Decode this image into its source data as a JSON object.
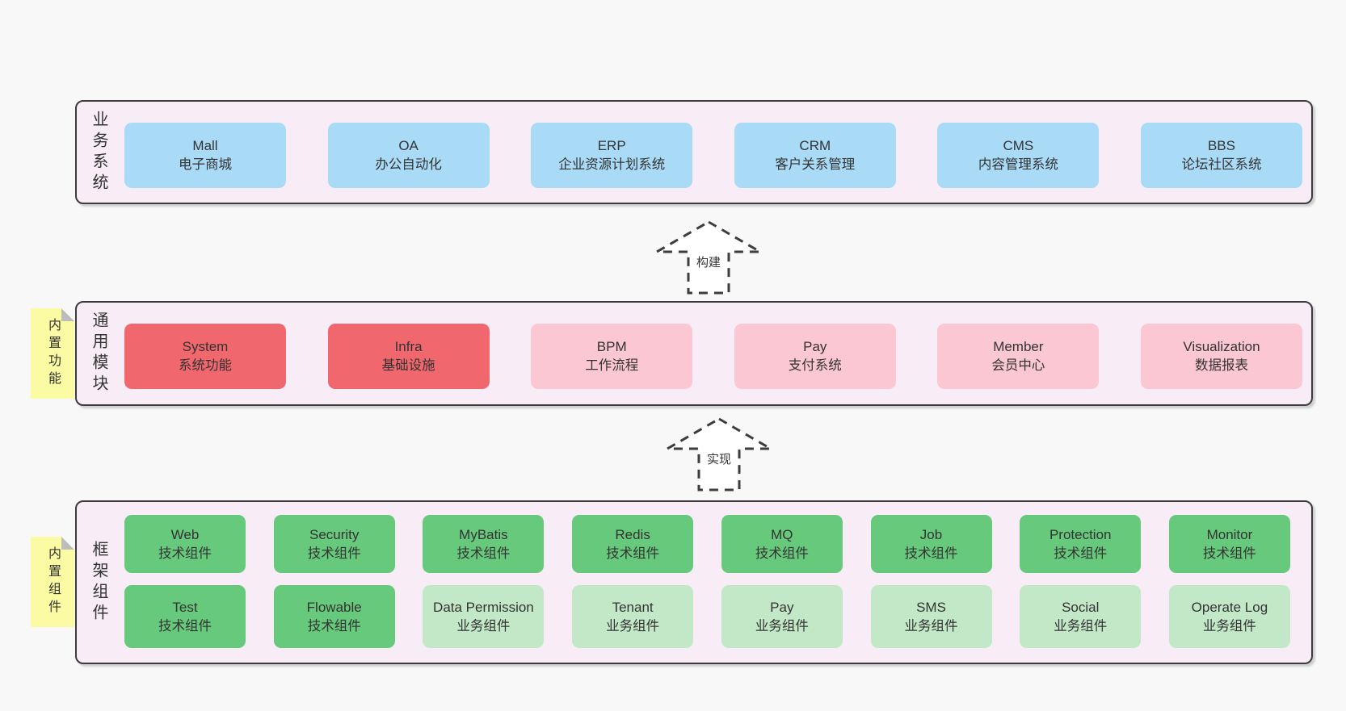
{
  "colors": {
    "page_bg": "#f8f8f8",
    "layer_bg": "#f8edf6",
    "layer_border": "#3c3c3c",
    "text": "#333333",
    "blue": "#a9dbf7",
    "red": "#f0686e",
    "pink": "#fbc7d3",
    "green": "#67c97c",
    "lightgreen": "#c3e8c8",
    "sticky_bg": "#fbfba3",
    "sticky_fold": "#bcbcbc",
    "arrow_fill": "#ffffff"
  },
  "arrows": [
    {
      "label": "构建"
    },
    {
      "label": "实现"
    }
  ],
  "layers": [
    {
      "title": "业务系统",
      "rows": [
        [
          {
            "name": "Mall",
            "desc": "电子商城",
            "type": "blue"
          },
          {
            "name": "OA",
            "desc": "办公自动化",
            "type": "blue"
          },
          {
            "name": "ERP",
            "desc": "企业资源计划系统",
            "type": "blue"
          },
          {
            "name": "CRM",
            "desc": "客户关系管理",
            "type": "blue"
          },
          {
            "name": "CMS",
            "desc": "内容管理系统",
            "type": "blue"
          },
          {
            "name": "BBS",
            "desc": "论坛社区系统",
            "type": "blue"
          }
        ]
      ]
    },
    {
      "title": "通用模块",
      "note": "内置功能",
      "rows": [
        [
          {
            "name": "System",
            "desc": "系统功能",
            "type": "red"
          },
          {
            "name": "Infra",
            "desc": "基础设施",
            "type": "red"
          },
          {
            "name": "BPM",
            "desc": "工作流程",
            "type": "pink"
          },
          {
            "name": "Pay",
            "desc": "支付系统",
            "type": "pink"
          },
          {
            "name": "Member",
            "desc": "会员中心",
            "type": "pink"
          },
          {
            "name": "Visualization",
            "desc": "数据报表",
            "type": "pink"
          }
        ]
      ]
    },
    {
      "title": "框架组件",
      "note": "内置组件",
      "rows": [
        [
          {
            "name": "Web",
            "desc": "技术组件",
            "type": "green"
          },
          {
            "name": "Security",
            "desc": "技术组件",
            "type": "green"
          },
          {
            "name": "MyBatis",
            "desc": "技术组件",
            "type": "green"
          },
          {
            "name": "Redis",
            "desc": "技术组件",
            "type": "green"
          },
          {
            "name": "MQ",
            "desc": "技术组件",
            "type": "green"
          },
          {
            "name": "Job",
            "desc": "技术组件",
            "type": "green"
          },
          {
            "name": "Protection",
            "desc": "技术组件",
            "type": "green"
          },
          {
            "name": "Monitor",
            "desc": "技术组件",
            "type": "green"
          }
        ],
        [
          {
            "name": "Test",
            "desc": "技术组件",
            "type": "green"
          },
          {
            "name": "Flowable",
            "desc": "技术组件",
            "type": "green"
          },
          {
            "name": "Data Permission",
            "desc": "业务组件",
            "type": "lightgreen"
          },
          {
            "name": "Tenant",
            "desc": "业务组件",
            "type": "lightgreen"
          },
          {
            "name": "Pay",
            "desc": "业务组件",
            "type": "lightgreen"
          },
          {
            "name": "SMS",
            "desc": "业务组件",
            "type": "lightgreen"
          },
          {
            "name": "Social",
            "desc": "业务组件",
            "type": "lightgreen"
          },
          {
            "name": "Operate Log",
            "desc": "业务组件",
            "type": "lightgreen"
          }
        ]
      ]
    }
  ]
}
